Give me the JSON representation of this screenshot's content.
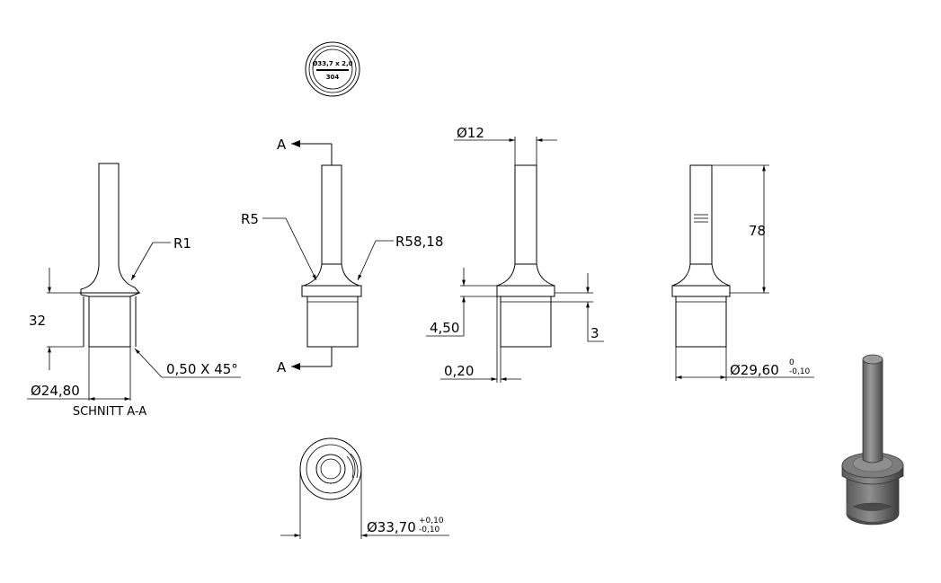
{
  "top_view": {
    "line1": "Ø33,7 x 2,0",
    "line2": "304"
  },
  "section": {
    "caption": "SCHNITT A-A",
    "r1": "R1",
    "height": "32",
    "diameter": "Ø24,80",
    "chamfer": "0,50 X 45°"
  },
  "front_view": {
    "cut_label": "A",
    "r5": "R5",
    "r58": "R58,18"
  },
  "side_view": {
    "dia_shaft": "Ø12",
    "h450": "4,50",
    "h3": "3",
    "w020": "0,20"
  },
  "right_view": {
    "length": "78",
    "diameter": "Ø29,60",
    "tol_upper": "0",
    "tol_lower": "-0,10"
  },
  "bottom_view": {
    "diameter": "Ø33,70",
    "tol_upper": "+0,10",
    "tol_lower": "-0,10"
  }
}
